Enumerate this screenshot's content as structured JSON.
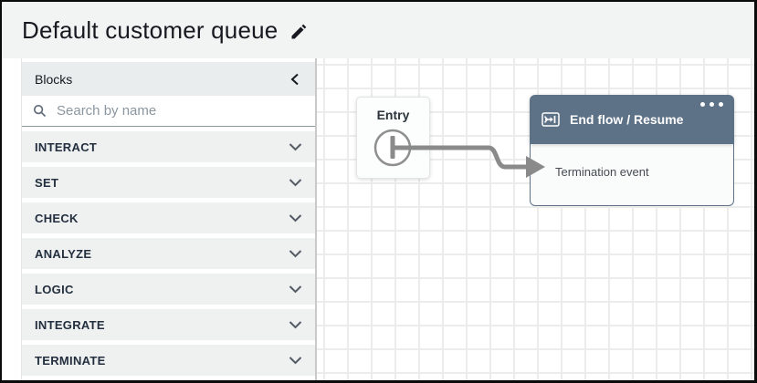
{
  "title_bar": {
    "title": "Default customer queue"
  },
  "sidebar": {
    "header_label": "Blocks",
    "search": {
      "placeholder": "Search by name",
      "value": ""
    },
    "sections": [
      {
        "label": "INTERACT"
      },
      {
        "label": "SET"
      },
      {
        "label": "CHECK"
      },
      {
        "label": "ANALYZE"
      },
      {
        "label": "LOGIC"
      },
      {
        "label": "INTEGRATE"
      },
      {
        "label": "TERMINATE"
      }
    ]
  },
  "canvas": {
    "entry": {
      "label": "Entry"
    },
    "end_flow": {
      "title": "End flow / Resume",
      "event_label": "Termination event"
    }
  },
  "icons": {
    "edit": "pencil-icon",
    "collapse": "chevron-left-icon",
    "search": "search-icon",
    "section_expand": "chevron-down-icon",
    "end_flow_block": "end-flow-icon",
    "block_menu": "ellipsis-icon"
  },
  "colors": {
    "block_header": "#5e7287",
    "connector": "#8a8a8a",
    "titlebar_bg": "#f2f3f3",
    "section_row_bg": "#eff1f1"
  }
}
